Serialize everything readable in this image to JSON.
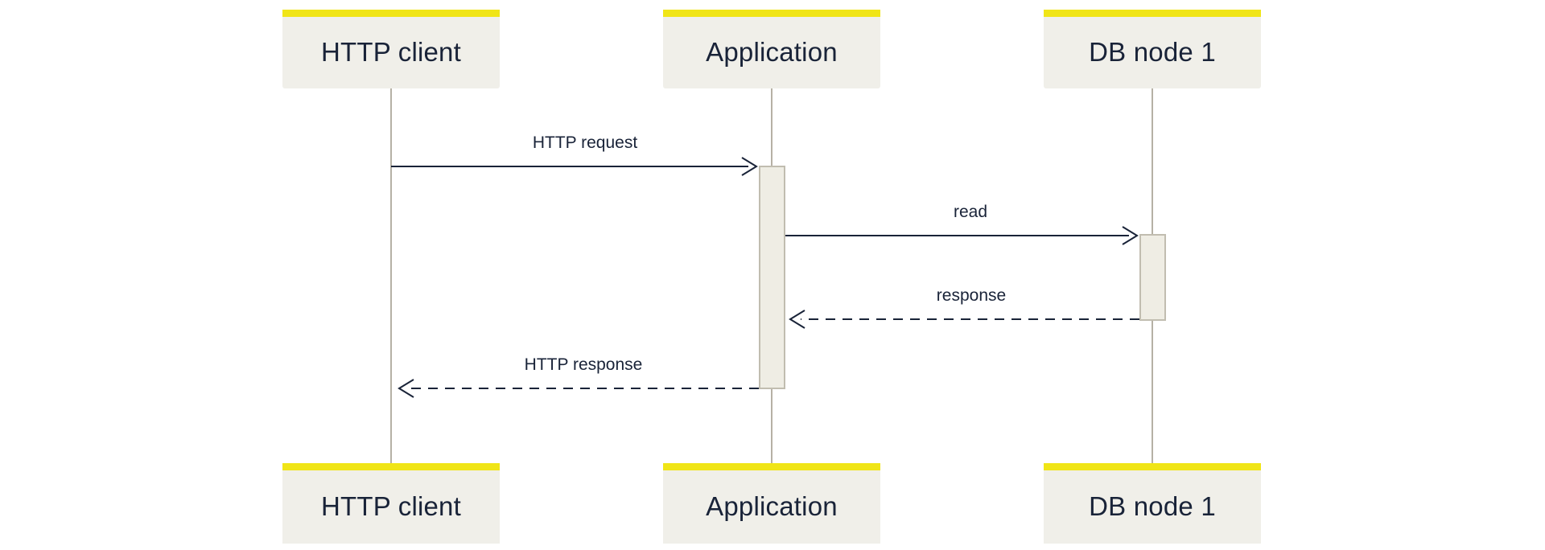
{
  "diagram": {
    "type": "sequence",
    "participants": [
      {
        "id": "http-client",
        "label": "HTTP client"
      },
      {
        "id": "application",
        "label": "Application"
      },
      {
        "id": "db-node-1",
        "label": "DB node 1"
      }
    ],
    "messages": [
      {
        "from": "HTTP client",
        "to": "Application",
        "label": "HTTP request",
        "line": "solid"
      },
      {
        "from": "Application",
        "to": "DB node 1",
        "label": "read",
        "line": "solid"
      },
      {
        "from": "DB node 1",
        "to": "Application",
        "label": "response",
        "line": "dashed"
      },
      {
        "from": "Application",
        "to": "HTTP client",
        "label": "HTTP response",
        "line": "dashed"
      }
    ],
    "colors": {
      "accent_yellow": "#F0E517",
      "participant_fill": "#F0EFE9",
      "activation_fill": "#EFEDE4",
      "lifeline_gray": "#B6B1A5",
      "ink_navy": "#192338",
      "background": "#FFFFFF"
    }
  }
}
